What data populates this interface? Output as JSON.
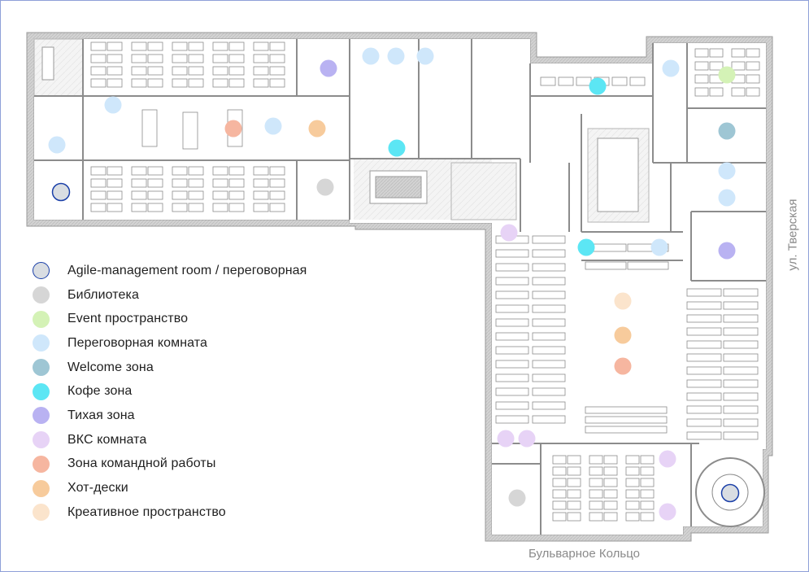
{
  "legend": [
    {
      "key": "agile",
      "label": "Agile-management room / переговорная",
      "fill": "#d9dde2",
      "stroke": "#1a3fa8"
    },
    {
      "key": "library",
      "label": "Библиотека",
      "fill": "#d6d6d6"
    },
    {
      "key": "event",
      "label": "Event пространство",
      "fill": "#d4f2b6"
    },
    {
      "key": "meeting",
      "label": "Переговорная комната",
      "fill": "#cfe7fb"
    },
    {
      "key": "welcome",
      "label": "Welcome зона",
      "fill": "#9ec6d4"
    },
    {
      "key": "coffee",
      "label": "Кофе зона",
      "fill": "#5ce6f4"
    },
    {
      "key": "quiet",
      "label": "Тихая зона",
      "fill": "#b9b2f2"
    },
    {
      "key": "vks",
      "label": "ВКС комната",
      "fill": "#e7d3f6"
    },
    {
      "key": "team",
      "label": "Зона командной работы",
      "fill": "#f6b6a0"
    },
    {
      "key": "hotdesk",
      "label": "Хот-дески",
      "fill": "#f7cb9c"
    },
    {
      "key": "creative",
      "label": "Креативное пространство",
      "fill": "#fbe4cc"
    }
  ],
  "streets": {
    "east": "ул. Тверская",
    "south": "Бульварное Кольцо"
  },
  "markers": [
    {
      "type": "agile"
    },
    {
      "type": "agile"
    },
    {
      "type": "library"
    },
    {
      "type": "library"
    },
    {
      "type": "event"
    },
    {
      "type": "meeting"
    },
    {
      "type": "meeting"
    },
    {
      "type": "meeting"
    },
    {
      "type": "meeting"
    },
    {
      "type": "meeting"
    },
    {
      "type": "meeting"
    },
    {
      "type": "meeting"
    },
    {
      "type": "meeting"
    },
    {
      "type": "meeting"
    },
    {
      "type": "meeting"
    },
    {
      "type": "welcome"
    },
    {
      "type": "coffee"
    },
    {
      "type": "coffee"
    },
    {
      "type": "coffee"
    },
    {
      "type": "quiet"
    },
    {
      "type": "quiet"
    },
    {
      "type": "vks"
    },
    {
      "type": "vks"
    },
    {
      "type": "vks"
    },
    {
      "type": "vks"
    },
    {
      "type": "vks"
    },
    {
      "type": "team"
    },
    {
      "type": "team"
    },
    {
      "type": "hotdesk"
    },
    {
      "type": "hotdesk"
    },
    {
      "type": "creative"
    }
  ]
}
